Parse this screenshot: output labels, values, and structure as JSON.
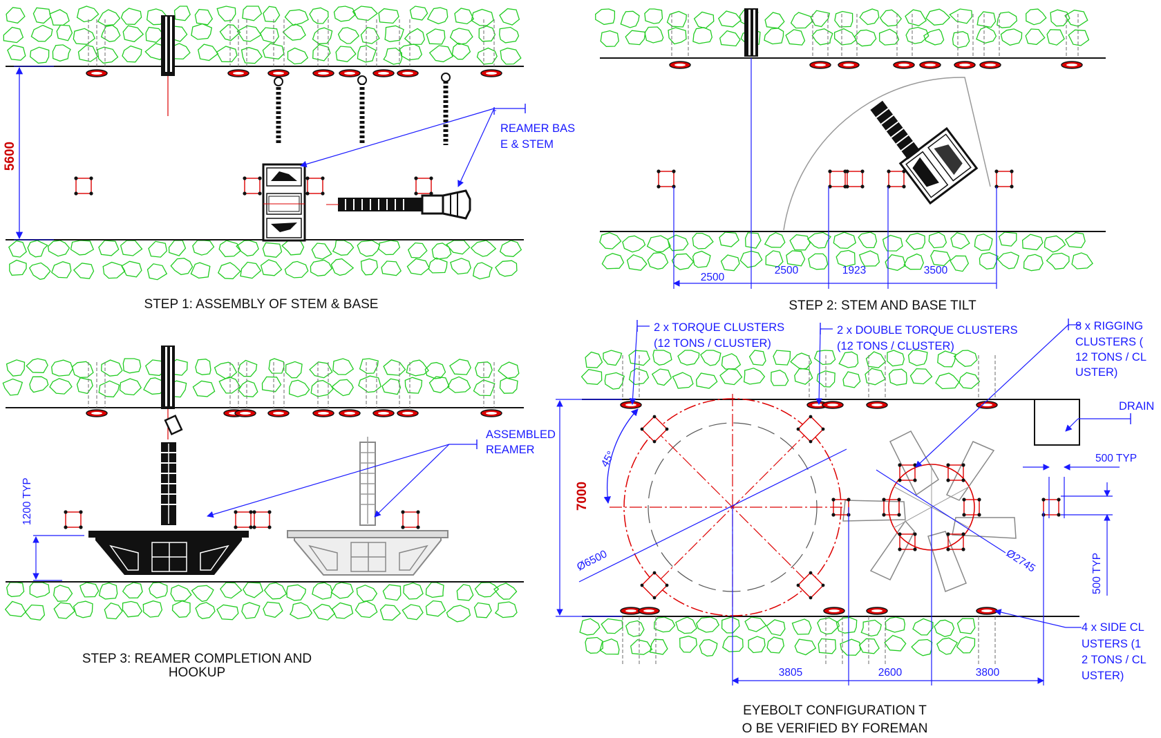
{
  "colors": {
    "rock": "#22cc22",
    "annotation": "#1a1aff",
    "eyebolt": "#dd0000",
    "equipment": "#111111",
    "ghost": "#999999",
    "caption": "#111111"
  },
  "step1": {
    "caption": "STEP 1: ASSEMBLY OF STEM & BASE",
    "height_dim": "5600",
    "callout_line1": "REAMER BAS",
    "callout_line2": "E & STEM"
  },
  "step2": {
    "caption": "STEP 2: STEM AND BASE TILT",
    "dims": [
      "2500",
      "2500",
      "1923",
      "3500"
    ]
  },
  "step3": {
    "caption_line1": "STEP 3: REAMER COMPLETION AND",
    "caption_line2": "HOOKUP",
    "callout_line1": "ASSEMBLED",
    "callout_line2": "REAMER",
    "typ_dim": "1200 TYP"
  },
  "step4": {
    "caption_line1": "EYEBOLT CONFIGURATION   T",
    "caption_line2": "O BE VERIFIED BY FOREMAN",
    "torque_line1": "2 x TORQUE CLUSTERS",
    "torque_line2": "(12 TONS / CLUSTER)",
    "double_line1": "2 x DOUBLE TORQUE CLUSTERS",
    "double_line2": "(12 TONS / CLUSTER)",
    "rig_line1": "8 x RIGGING",
    "rig_line2": "CLUSTERS   (",
    "rig_line3": "12 TONS / CL",
    "rig_line4": "USTER)",
    "drain": "DRAIN",
    "typ_h": "500 TYP",
    "typ_v": "500 TYP",
    "height_dim": "7000",
    "angle": "45°",
    "dia_large": "Ø6500",
    "dia_small": "Ø2745",
    "side_line1": "4 x SIDE CL",
    "side_line2": "USTERS   (1",
    "side_line3": "2 TONS / CL",
    "side_line4": "USTER)",
    "bottom_dims": [
      "3805",
      "2600",
      "3800"
    ]
  }
}
